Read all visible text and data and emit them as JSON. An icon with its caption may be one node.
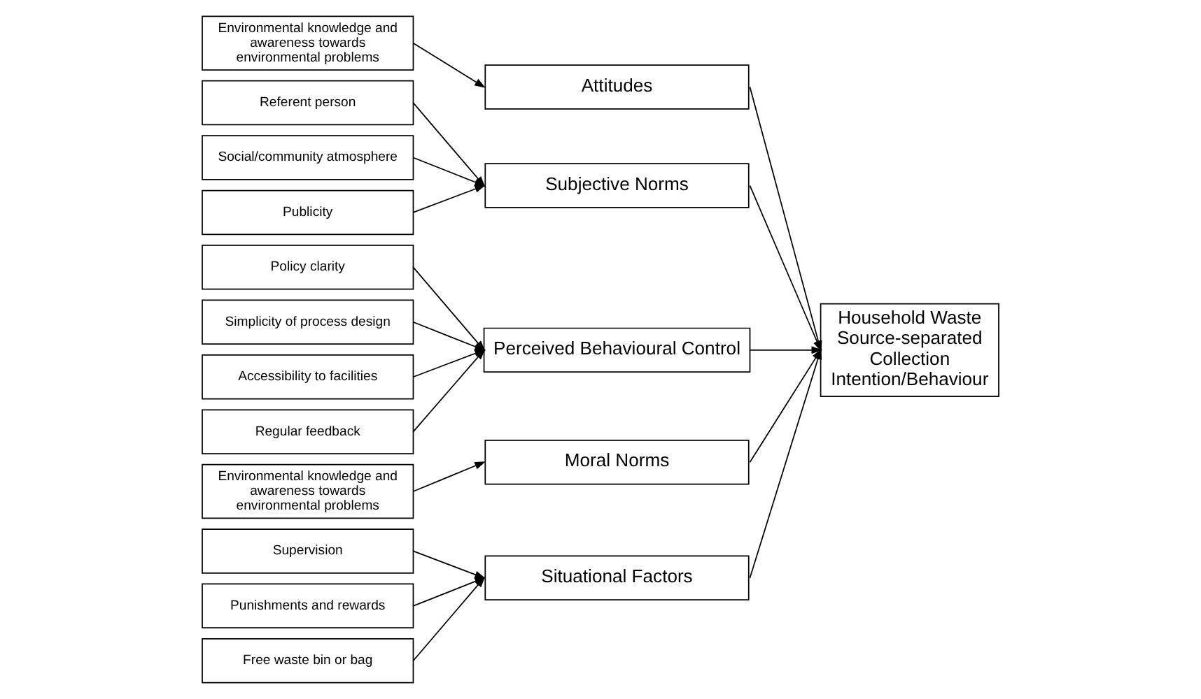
{
  "diagram": {
    "nodes": [
      {
        "text": [
          "Environmental knowledge and awareness towards environmental problems"
        ]
      },
      {
        "text": [
          "Attitudes"
        ]
      },
      {
        "text": [
          "Referent person"
        ]
      },
      {
        "text": [
          "Social/community atmosphere"
        ]
      },
      {
        "text": [
          "Publicity"
        ]
      },
      {
        "text": [
          "Subjective Norms"
        ]
      },
      {
        "text": [
          "Policy clarity"
        ]
      },
      {
        "text": [
          "Simplicity of process design"
        ]
      },
      {
        "text": [
          "Accessibility to facilities"
        ]
      },
      {
        "text": [
          "Regular feedback"
        ]
      },
      {
        "text": [
          "Perceived Behavioural Control"
        ]
      },
      {
        "text": [
          "Environmental knowledge and awareness towards environmental problems"
        ]
      },
      {
        "text": [
          "Moral Norms"
        ]
      },
      {
        "text": [
          "Supervision"
        ]
      },
      {
        "text": [
          "Punishments and rewards"
        ]
      },
      {
        "text": [
          "Free waste bin or bag"
        ]
      },
      {
        "text": [
          "Situational Factors"
        ]
      },
      {
        "text": [
          "Household Waste Source-separated Collection Intention/Behaviour"
        ]
      }
    ],
    "edges": [
      {
        "from": 0,
        "to": 1,
        "arrow": "to"
      },
      {
        "from": 2,
        "to": 5,
        "arrow": "to"
      },
      {
        "from": 3,
        "to": 5,
        "arrow": "to"
      },
      {
        "from": 4,
        "to": 5,
        "arrow": "to"
      },
      {
        "from": 6,
        "to": 10,
        "arrow": "to"
      },
      {
        "from": 7,
        "to": 10,
        "arrow": "to"
      },
      {
        "from": 8,
        "to": 10,
        "arrow": "to"
      },
      {
        "from": 9,
        "to": 10,
        "arrow": "to"
      },
      {
        "from": 11,
        "to": 12,
        "arrow": "to"
      },
      {
        "from": 13,
        "to": 16,
        "arrow": "to"
      },
      {
        "from": 14,
        "to": 16,
        "arrow": "to"
      },
      {
        "from": 15,
        "to": 16,
        "arrow": "to"
      },
      {
        "from": 1,
        "to": 17,
        "arrow": "to"
      },
      {
        "from": 5,
        "to": 17,
        "arrow": "to"
      },
      {
        "from": 10,
        "to": 17,
        "arrow": "to"
      },
      {
        "from": 12,
        "to": 17,
        "arrow": "to"
      },
      {
        "from": 16,
        "to": 17,
        "arrow": "to"
      }
    ]
  }
}
